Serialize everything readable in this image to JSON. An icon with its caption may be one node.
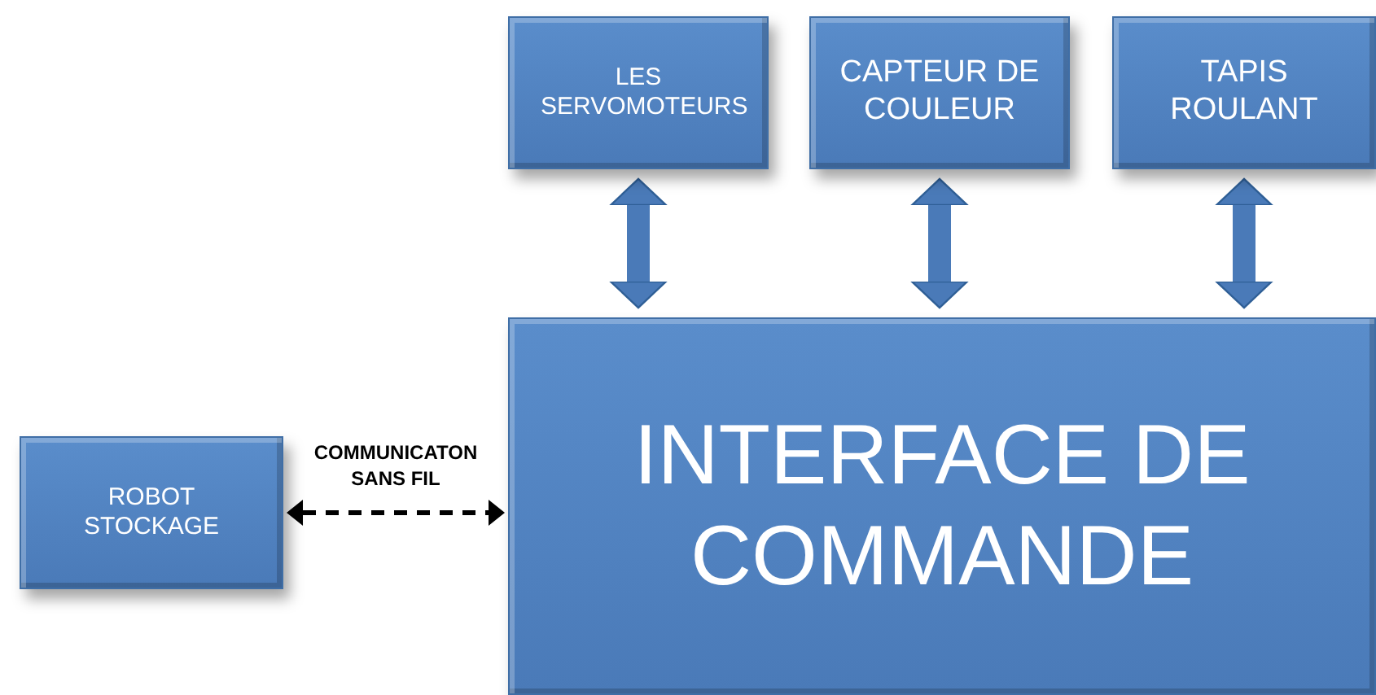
{
  "diagram": {
    "nodes": [
      {
        "text": [
          "LES SERVOMOTEURS"
        ]
      },
      {
        "text": [
          "CAPTEUR DE COULEUR"
        ]
      },
      {
        "text": [
          "TAPIS ROULANT"
        ]
      },
      {
        "text": [
          "INTERFACE DE COMMANDE"
        ]
      },
      {
        "text": [
          "ROBOT STOCKAGE"
        ]
      }
    ],
    "edges": [
      {
        "from": 0,
        "to": 3,
        "arrow": "both"
      },
      {
        "from": 1,
        "to": 3,
        "arrow": "both"
      },
      {
        "from": 2,
        "to": 3,
        "arrow": "both"
      },
      {
        "from": 4,
        "to": 3,
        "arrow": "both",
        "style": "dashed",
        "color": "#000000",
        "label": "COMMUNICATON SANS FIL"
      }
    ]
  }
}
